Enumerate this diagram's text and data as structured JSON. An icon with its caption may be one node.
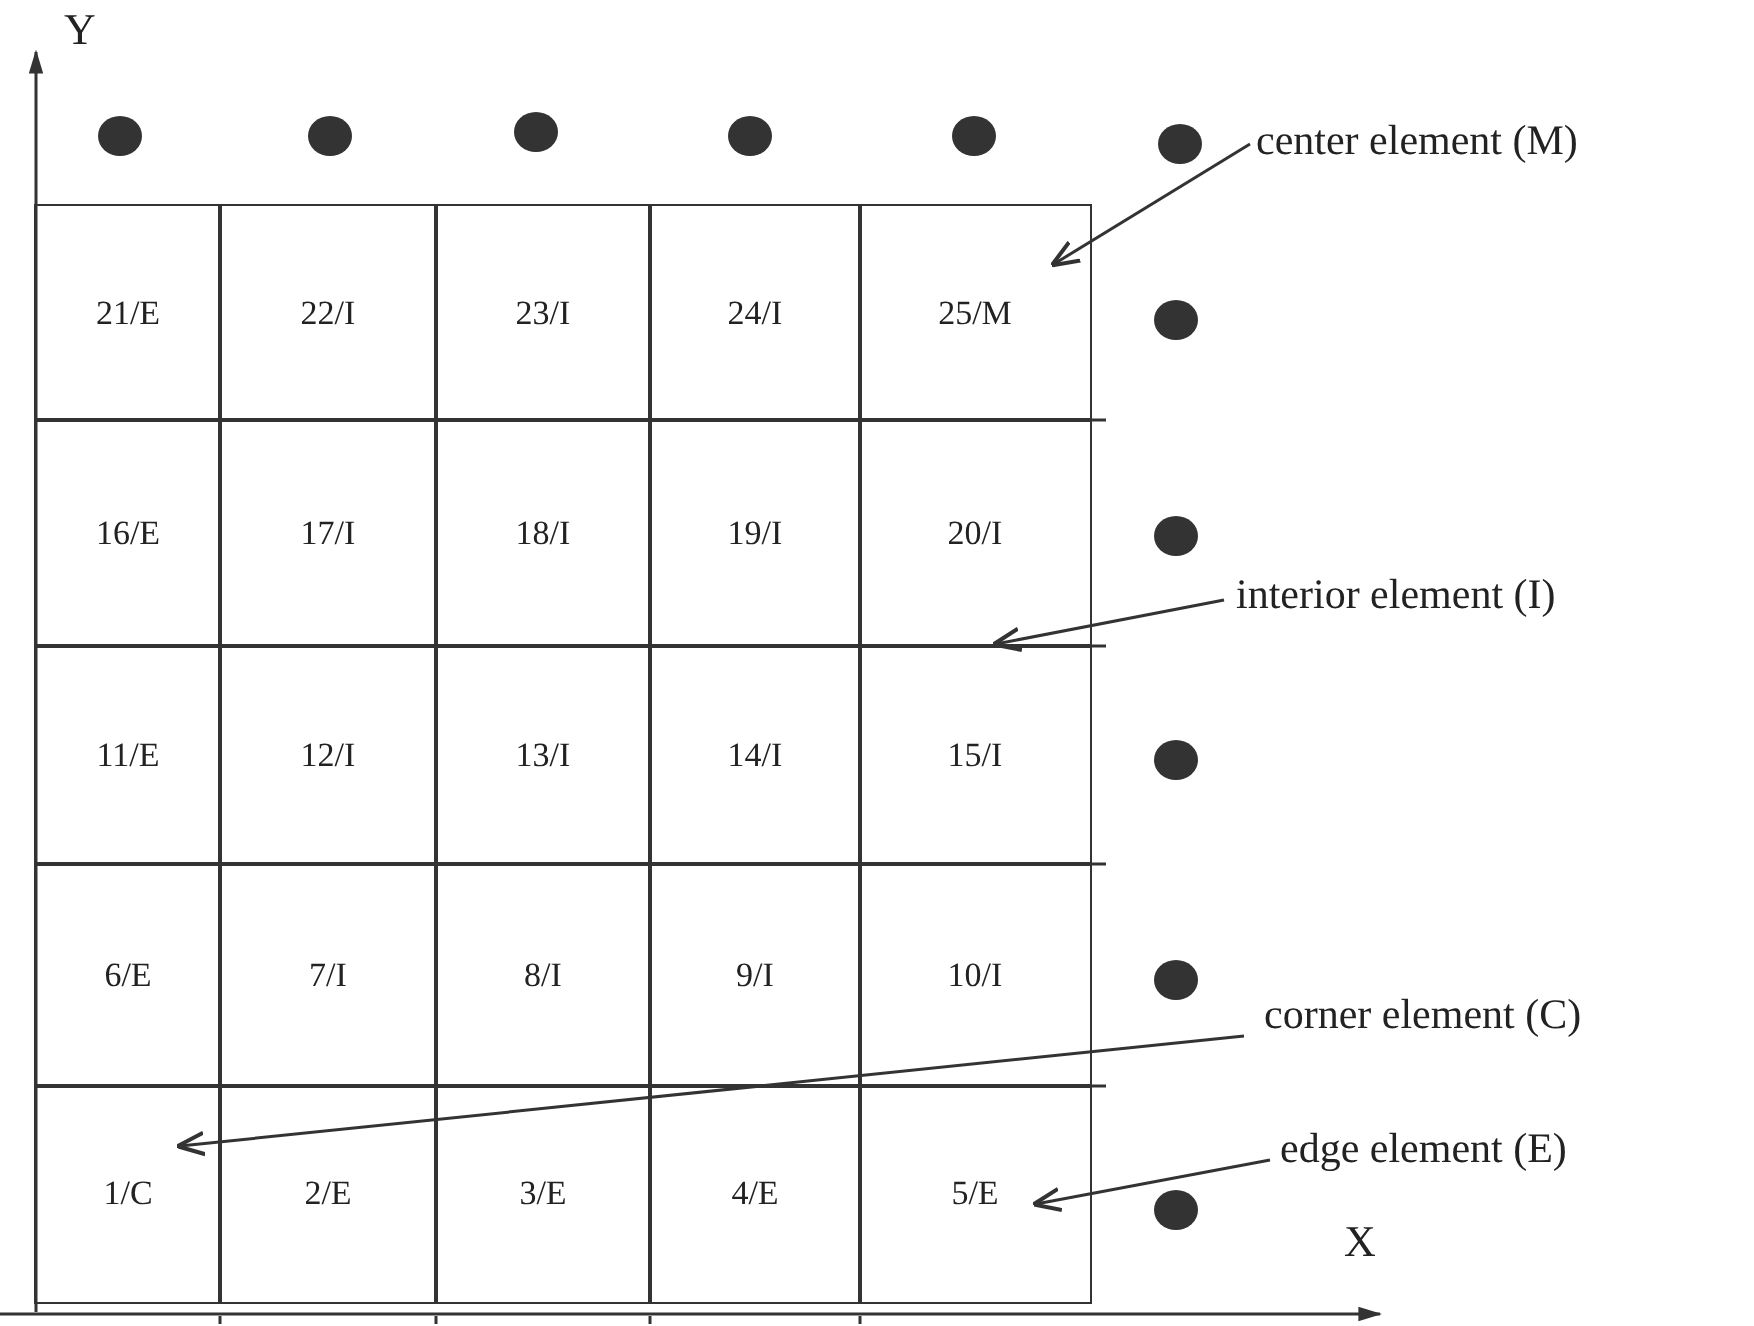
{
  "diagram": {
    "nodes": [
      {
        "text": [
          "21/E"
        ]
      },
      {
        "text": [
          "22/I"
        ]
      },
      {
        "text": [
          "23/I"
        ]
      },
      {
        "text": [
          "24/I"
        ]
      },
      {
        "text": [
          "25/M"
        ]
      },
      {
        "text": [
          "16/E"
        ]
      },
      {
        "text": [
          "17/I"
        ]
      },
      {
        "text": [
          "18/I"
        ]
      },
      {
        "text": [
          "19/I"
        ]
      },
      {
        "text": [
          "20/I"
        ]
      },
      {
        "text": [
          "11/E"
        ]
      },
      {
        "text": [
          "12/I"
        ]
      },
      {
        "text": [
          "13/I"
        ]
      },
      {
        "text": [
          "14/I"
        ]
      },
      {
        "text": [
          "15/I"
        ]
      },
      {
        "text": [
          "6/E"
        ]
      },
      {
        "text": [
          "7/I"
        ]
      },
      {
        "text": [
          "8/I"
        ]
      },
      {
        "text": [
          "9/I"
        ]
      },
      {
        "text": [
          "10/I"
        ]
      },
      {
        "text": [
          "1/C"
        ]
      },
      {
        "text": [
          "2/E"
        ]
      },
      {
        "text": [
          "3/E"
        ]
      },
      {
        "text": [
          "4/E"
        ]
      },
      {
        "text": [
          "5/E"
        ]
      },
      {
        "text": [
          "center element (M)"
        ]
      },
      {
        "text": [
          "interior element (I)"
        ]
      },
      {
        "text": [
          "corner element (C)"
        ]
      },
      {
        "text": [
          "edge element (E)"
        ]
      }
    ],
    "edges": [
      {
        "from": 25,
        "to": 4,
        "arrow": "to"
      },
      {
        "from": 26,
        "to": 14,
        "arrow": "to"
      },
      {
        "from": 27,
        "to": 20,
        "arrow": "to"
      },
      {
        "from": 28,
        "to": 24,
        "arrow": "to"
      }
    ],
    "labels": [
      "Y",
      "X"
    ]
  }
}
